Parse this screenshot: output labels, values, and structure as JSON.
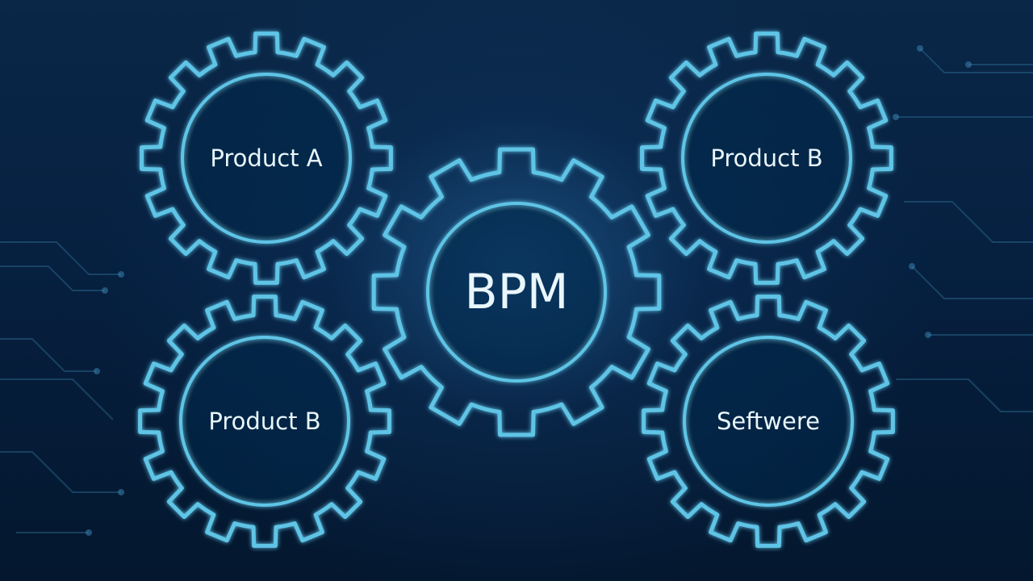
{
  "diagram": {
    "gears": [
      {
        "id": "product-a",
        "label": "Product A"
      },
      {
        "id": "product-b-top",
        "label": "Product B"
      },
      {
        "id": "bpm",
        "label": "BPM"
      },
      {
        "id": "product-b-bottom",
        "label": "Product B"
      },
      {
        "id": "software",
        "label": "Seftwere"
      }
    ],
    "colors": {
      "background": "#04172e",
      "gear_outline": "#5fc4e6",
      "gear_glow": "#2ea6da",
      "label_text": "#e9f6fb",
      "circuit_lines": "#2f6f95"
    }
  }
}
